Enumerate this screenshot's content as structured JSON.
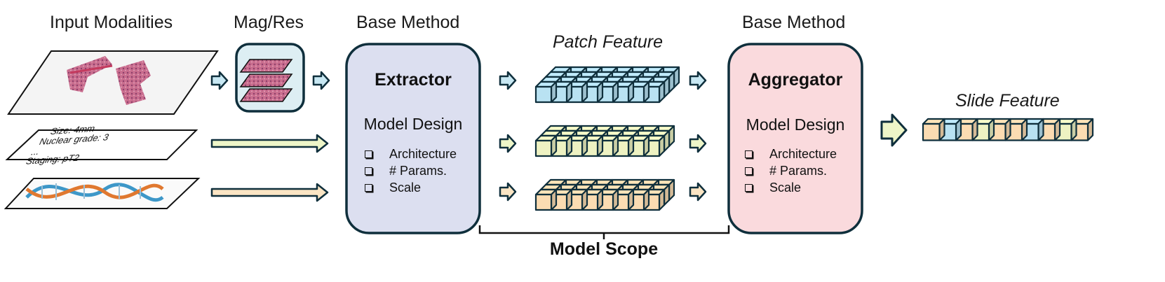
{
  "headers": {
    "input_modalities": "Input Modalities",
    "mag_res": "Mag/Res",
    "base_method_left": "Base Method",
    "patch_feature": "Patch Feature",
    "base_method_right": "Base Method",
    "slide_feature": "Slide Feature"
  },
  "extractor": {
    "title": "Extractor",
    "subtitle": "Model Design",
    "items": [
      "Architecture",
      "# Params.",
      "Scale"
    ]
  },
  "aggregator": {
    "title": "Aggregator",
    "subtitle": "Model Design",
    "items": [
      "Architecture",
      "# Params.",
      "Scale"
    ]
  },
  "metadata_card": {
    "line1": "Size: 4mm",
    "line2": "Nuclear grade: 3",
    "line3": "...",
    "line4": "Staging: pT2"
  },
  "scope": {
    "label": "Model Scope"
  },
  "colors": {
    "extractor_fill": "#dcdff0",
    "aggregator_fill": "#fadadd",
    "blue_feature": "#b9e2f2",
    "green_feature": "#eef2c2",
    "orange_feature": "#fbdcb2",
    "outline": "#0f2f3c",
    "arrow_blue": "#c8e8f3",
    "arrow_green": "#eef6c8",
    "arrow_orange": "#fbe5c4"
  },
  "slide_feature_colors": [
    "orange",
    "blue",
    "orange",
    "green",
    "orange",
    "orange",
    "blue",
    "orange",
    "green",
    "orange"
  ]
}
